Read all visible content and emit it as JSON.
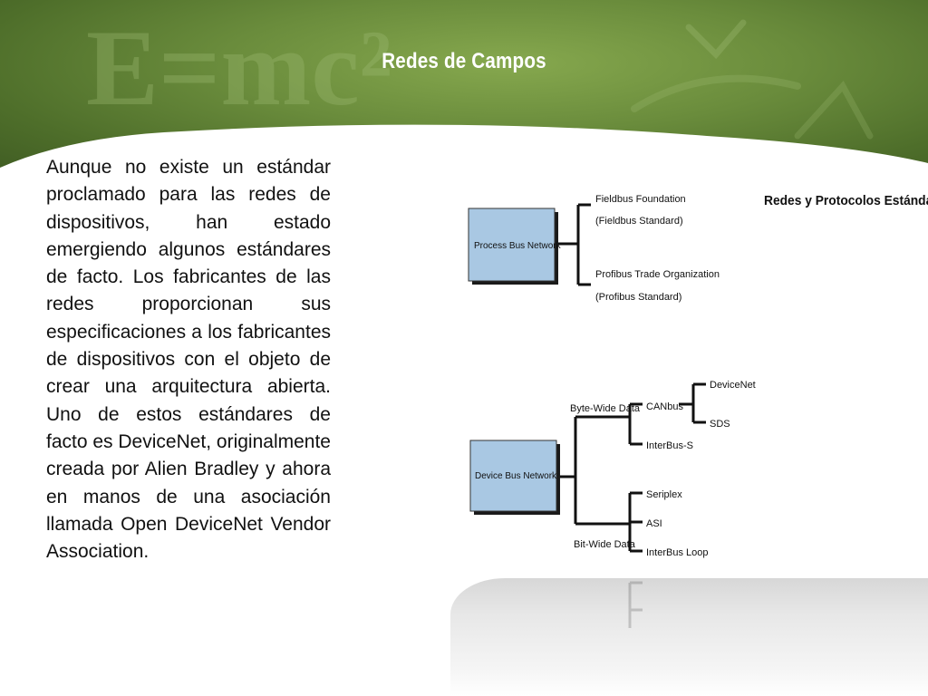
{
  "slide": {
    "title": "Redes de Campos",
    "background_chalk": "E=mc²",
    "body": "Aunque no existe un estándar proclamado para las redes de dispositivos, han estado emergiendo algunos estándares de facto. Los fabricantes de las redes proporcionan sus especificaciones a los fabricantes de dispositivos con el objeto de crear una arquitectura abierta. Uno de estos estándares de facto es DeviceNet, originalmente creada por Alien Bradley y ahora en manos de una asociación llamada Open DeviceNet Vendor Association."
  },
  "diagram": {
    "heading": "Redes y Protocolos Estándar",
    "process_bus": {
      "label": "Process Bus Network",
      "leaves": [
        {
          "line1": "Fieldbus Foundation",
          "line2": "(Fieldbus Standard)"
        },
        {
          "line1": "Profibus Trade Organization",
          "line2": "(Profibus Standard)"
        }
      ]
    },
    "device_bus": {
      "label": "Device Bus Network",
      "byte_wide": {
        "label": "Byte-Wide Data",
        "canbus": "CANbus",
        "canbus_children": [
          "DeviceNet",
          "SDS"
        ],
        "interbus_s": "InterBus-S"
      },
      "bit_wide": {
        "label": "Bit-Wide Data",
        "children": [
          "Seriplex",
          "ASI",
          "InterBus Loop"
        ]
      }
    },
    "colors": {
      "box_fill": "#a9c8e3",
      "box_shadow": "#1a1a1a",
      "line": "#111111",
      "header_green": "#6a8c3c"
    }
  }
}
